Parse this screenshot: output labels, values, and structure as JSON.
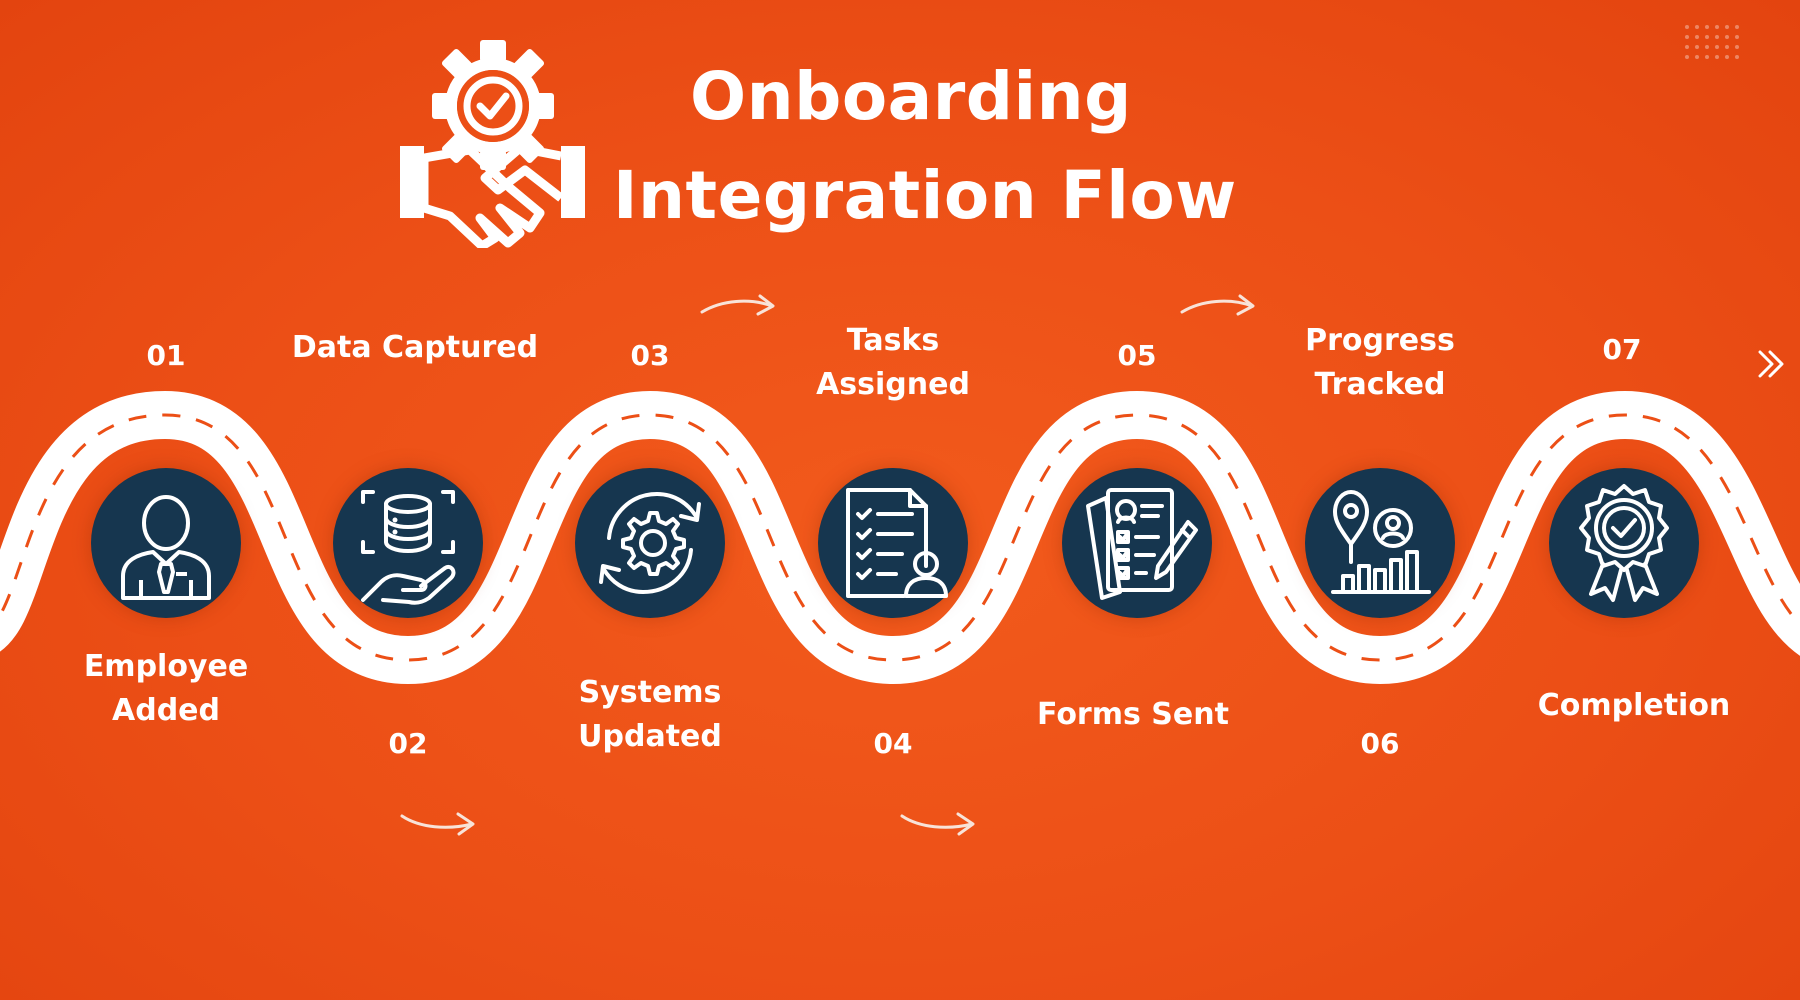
{
  "title": {
    "line1": "Onboarding",
    "line2": "Integration Flow"
  },
  "colors": {
    "background": "#ec4f16",
    "road": "#ffffff",
    "road_dash": "#ec4f16",
    "icon_circle": "#16364f",
    "text": "#ffffff"
  },
  "logo": {
    "icon": "gear-handshake-check-icon"
  },
  "steps": [
    {
      "number": "01",
      "label_line1": "Employee",
      "label_line2": "Added",
      "icon": "employee-icon"
    },
    {
      "number": "02",
      "label_line1": "Data Captured",
      "label_line2": "",
      "icon": "database-hand-icon"
    },
    {
      "number": "03",
      "label_line1": "Systems",
      "label_line2": "Updated",
      "icon": "gear-sync-icon"
    },
    {
      "number": "04",
      "label_line1": "Tasks",
      "label_line2": "Assigned",
      "icon": "task-checklist-icon"
    },
    {
      "number": "05",
      "label_line1": "Forms Sent",
      "label_line2": "",
      "icon": "forms-icon"
    },
    {
      "number": "06",
      "label_line1": "Progress",
      "label_line2": "Tracked",
      "icon": "progress-chart-icon"
    },
    {
      "number": "07",
      "label_line1": "Completion",
      "label_line2": "",
      "icon": "award-badge-icon"
    }
  ],
  "decorations": {
    "continue_icon": "double-chevron-right-icon",
    "flow_arrow_icon": "curved-arrow-right-icon"
  }
}
